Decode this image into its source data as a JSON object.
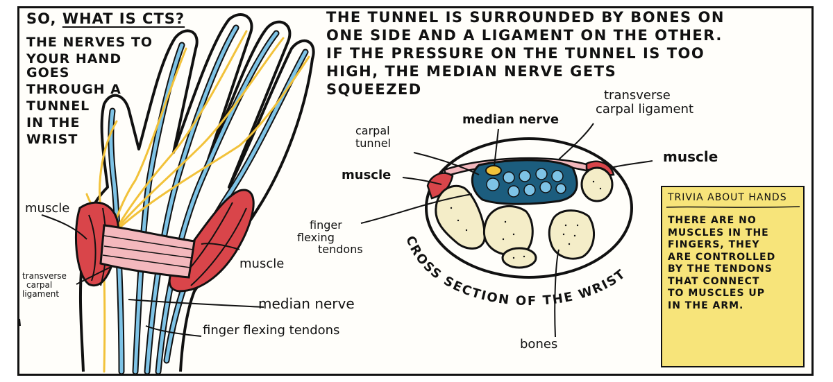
{
  "left_heading": {
    "question_prefix": "SO,",
    "question_underlined": "WHAT IS CTS?",
    "intro_lines": [
      "THE NERVES TO",
      "YOUR HAND GOES",
      "THROUGH A",
      "TUNNEL",
      "IN THE",
      "WRIST"
    ]
  },
  "right_heading": {
    "lines": [
      "THE TUNNEL IS SURROUNDED BY BONES ON",
      "ONE SIDE AND A LIGAMENT ON THE OTHER.",
      "IF THE PRESSURE ON THE TUNNEL IS TOO",
      "HIGH, THE MEDIAN NERVE GETS",
      "SQUEEZED"
    ]
  },
  "hand_labels": {
    "muscle_left": "muscle",
    "muscle_right": "muscle",
    "ligament": [
      "transverse",
      "carpal",
      "ligament"
    ],
    "median_nerve": "median nerve",
    "tendons": "finger flexing tendons"
  },
  "cross_section": {
    "title": "CROSS SECTION OF THE WRIST",
    "carpal_tunnel": [
      "carpal",
      "tunnel"
    ],
    "median_nerve": "median nerve",
    "ligament": [
      "transverse",
      "carpal ligament"
    ],
    "muscle_left": "muscle",
    "muscle_right": "muscle",
    "tendons": [
      "finger",
      "flexing",
      "tendons"
    ],
    "bones": "bones"
  },
  "trivia": {
    "title": "TRIVIA ABOUT HANDS",
    "body_lines": [
      "THERE ARE NO",
      "MUSCLES IN THE",
      "FINGERS, THEY",
      "ARE CONTROLLED",
      "BY THE TENDONS",
      "THAT CONNECT",
      "TO MUSCLES UP",
      "IN THE ARM."
    ]
  },
  "colors": {
    "nerve": "#f2c23a",
    "tendon": "#7ec3e6",
    "muscle": "#d9454a",
    "ligament": "#f3b8bd",
    "tunnel": "#1c5d7e",
    "bone": "#f4edc8",
    "trivia_bg": "#f7e47a"
  }
}
